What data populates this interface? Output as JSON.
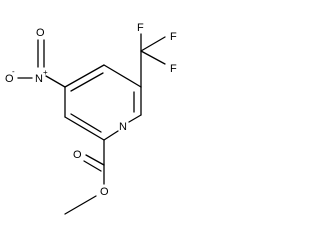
{
  "molecule": {
    "atoms": {
      "F_top": "F",
      "F_right_upper": "F",
      "F_right_lower": "F",
      "N_ring": "N",
      "N_nitro": "N",
      "N_nitro_charge": "+",
      "O_nitro": "O",
      "O_nitro_charge": "-",
      "O_carbonyl": "O",
      "O_ester": "O"
    },
    "colors": {
      "bond": "#000000",
      "label": "#000000",
      "background": "#ffffff"
    }
  }
}
